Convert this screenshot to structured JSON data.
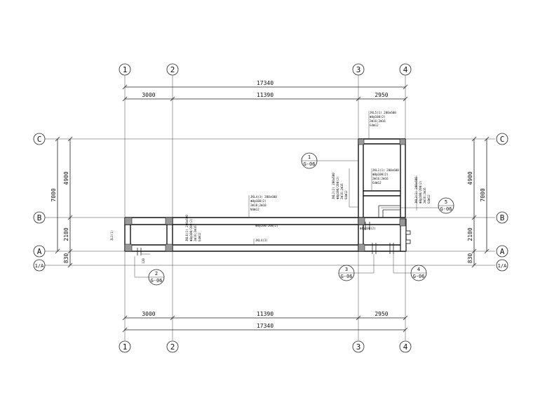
{
  "axes": {
    "top": [
      "1",
      "2",
      "3",
      "4"
    ],
    "bottom": [
      "1",
      "2",
      "3",
      "4"
    ],
    "left": [
      "C",
      "B",
      "A",
      "1/A"
    ],
    "right": [
      "C",
      "B",
      "A",
      "1/A"
    ]
  },
  "dims": {
    "top_total": "17340",
    "top_segments": [
      "3000",
      "11390",
      "2950"
    ],
    "bottom_segments": [
      "3000",
      "11390",
      "2950"
    ],
    "bottom_total": "17340",
    "left_outer": "7000",
    "left_inner": [
      "4900",
      "2100",
      "830"
    ],
    "right_outer": "7000",
    "right_inner": [
      "4900",
      "2100",
      "830"
    ],
    "offset_120": "120"
  },
  "beams": {
    "jkl5": [
      "JKL5(1) 200x600",
      "Φ8@100(2)",
      "2Φ16;2Φ16",
      "G4Φ12"
    ],
    "jkl2": [
      "JKL2(2) 200x600",
      "Φ8@100/200(2)",
      "2Φ16;2Φ16",
      "G4Φ12"
    ],
    "jkl1": [
      "JKL1(1) 200x600",
      "Φ8@100(2)",
      "2Φ16;2Φ16",
      "G4Φ12"
    ],
    "jkl3": [
      "JKL3(1) 200x600",
      "Φ8@100/200(2)",
      "2Φ16;2Φ16",
      "G4Φ12"
    ],
    "jkl4": [
      "JKL4(3) 300x600",
      "Φ8@100(2)",
      "2Φ18;2Φ18",
      "N4Φ12"
    ],
    "jkl6": [
      "JKL6(1) 200x600",
      "Φ8@100/200(2)",
      "2Φ16;2Φ16",
      "G4Φ12"
    ],
    "jkl4_mid": "Φ8@100/200(2)",
    "jkl4_span": "JKL4(3)",
    "jl1": "JL1(1)",
    "right_stirrup": "Φ8@100(2)"
  },
  "refs": [
    {
      "num": "1",
      "sheet": "G-06"
    },
    {
      "num": "2",
      "sheet": "G-06"
    },
    {
      "num": "3",
      "sheet": "G-06"
    },
    {
      "num": "4",
      "sheet": "G-06"
    },
    {
      "num": "5",
      "sheet": "G-06"
    }
  ]
}
